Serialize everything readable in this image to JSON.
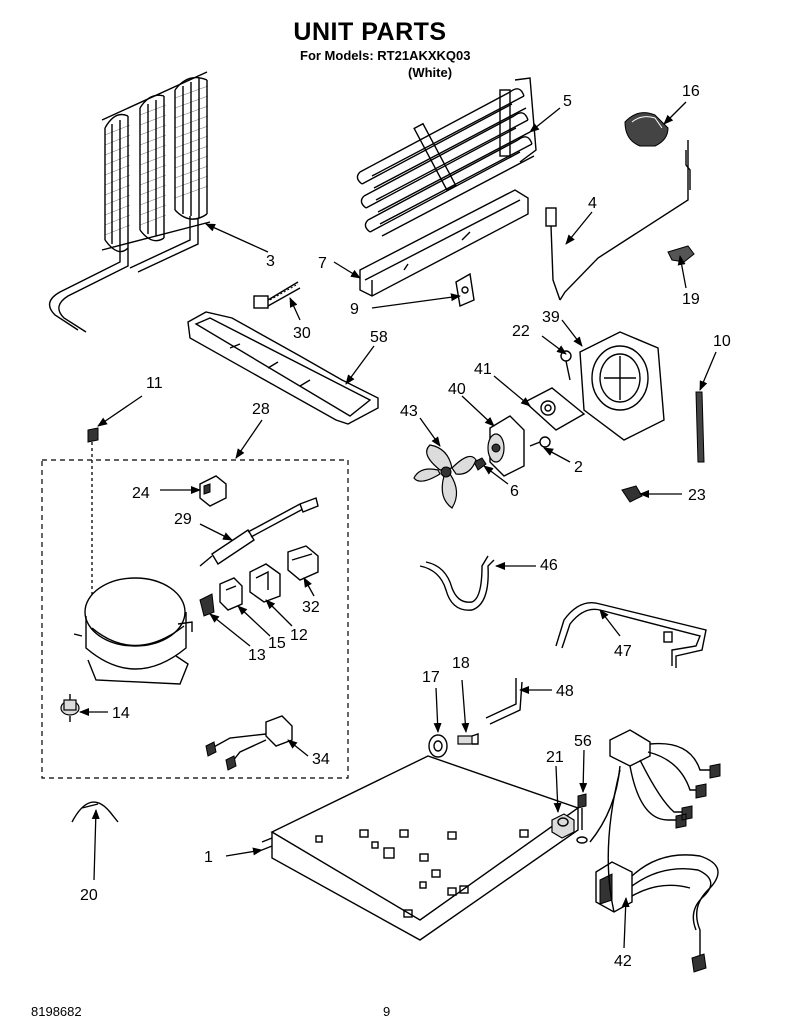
{
  "header": {
    "title": "UNIT PARTS",
    "subtitle": "For Models: RT21AKXKQ03",
    "variant": "(White)"
  },
  "footer": {
    "doc_number": "8198682",
    "page": "9"
  },
  "callouts": {
    "c1": "1",
    "c2": "2",
    "c3": "3",
    "c4": "4",
    "c5": "5",
    "c6": "6",
    "c7": "7",
    "c9": "9",
    "c10": "10",
    "c11": "11",
    "c12": "12",
    "c13": "13",
    "c14": "14",
    "c15": "15",
    "c16": "16",
    "c17": "17",
    "c18": "18",
    "c19": "19",
    "c20": "20",
    "c21": "21",
    "c22": "22",
    "c23": "23",
    "c24": "24",
    "c28": "28",
    "c29": "29",
    "c30": "30",
    "c32": "32",
    "c34": "34",
    "c39": "39",
    "c40": "40",
    "c41": "41",
    "c42": "42",
    "c43": "43",
    "c46": "46",
    "c47": "47",
    "c48": "48",
    "c56": "56",
    "c58": "58"
  }
}
